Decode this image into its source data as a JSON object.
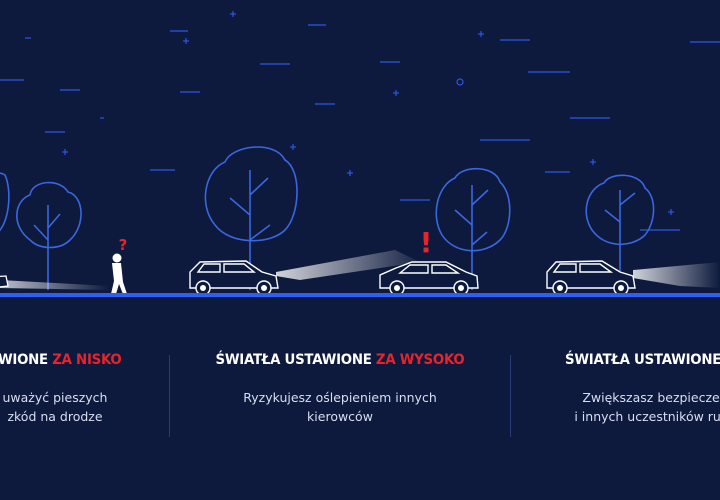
{
  "colors": {
    "background": "#0d1a3d",
    "road": "#2f5ef7",
    "accent_red": "#e8232a",
    "accent_green": "#8bc53f",
    "tree_stroke": "#3a66e0"
  },
  "icons": [
    "question-mark-icon",
    "exclamation-mark-icon"
  ],
  "scene": {
    "question_mark": "?",
    "exclamation_mark": "!"
  },
  "panels": [
    {
      "title_prefix": "AWIONE ",
      "title_highlight": "ZA NISKO",
      "desc_line1": "uważyć pieszych",
      "desc_line2": "zkód na drodze"
    },
    {
      "title_prefix": "ŚWIATŁA USTAWIONE ",
      "title_highlight": "ZA WYSOKO",
      "desc_line1": "Ryzykujesz oślepieniem innych",
      "desc_line2": "kierowców"
    },
    {
      "title_prefix": "ŚWIATŁA USTAWIONE ",
      "title_highlight": "PR",
      "desc_line1": "Zwiększasz bezpieczeń",
      "desc_line2": "i innych uczestników ruch"
    }
  ]
}
